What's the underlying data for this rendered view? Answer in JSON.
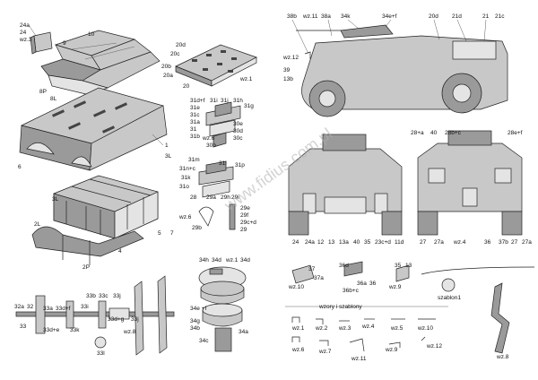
{
  "labels": {
    "p24a": "24a",
    "p24": "24",
    "wz3": "wz.3",
    "p10": "10",
    "p9": "9",
    "p8P": "8P",
    "p8L": "8L",
    "p1": "1",
    "p3L": "3L",
    "p6": "6",
    "p20d": "20d",
    "p20c": "20c",
    "p20b": "20b",
    "p20a": "20a",
    "p20": "20",
    "wz1": "wz.1",
    "p31d_f": "31d+f",
    "p31i": "31i",
    "p31j": "31j",
    "p31h": "31h",
    "p31g": "31g",
    "p31e": "31e",
    "p31c": "31c",
    "p31a": "31a",
    "p31": "31",
    "p31b": "31b",
    "p30e": "30e",
    "p30d": "30d",
    "p30c": "30c",
    "wz6": "wz.6",
    "p30b": "30b",
    "p31m": "31m",
    "p31n_c": "31n+c",
    "p31k": "31k",
    "p31l": "31l",
    "p31o": "31o",
    "p31p": "31p",
    "p28": "28",
    "p29a": "29a",
    "p29h": "29h",
    "p29i": "29i",
    "wz6b": "wz.6",
    "p29b": "29b",
    "p29e": "29e",
    "p29f": "29f",
    "p29c_d": "29c+d",
    "p29": "29",
    "p3Lb": "3L",
    "p2L": "2L",
    "p4": "4",
    "p5": "5",
    "p7": "7",
    "p2P": "2P",
    "p32a": "32a",
    "p32": "32",
    "p33a": "33a",
    "p33d_f": "33d+f",
    "p33i": "33i",
    "p33": "33",
    "p33e_e": "33d+e",
    "p33k": "33k",
    "p33l": "33l",
    "p33b": "33b",
    "p33c": "33c",
    "p33j": "33j",
    "p33d_g": "33d+g",
    "p33jb": "33j",
    "wz8": "wz.8",
    "p34h": "34h",
    "p34d": "34d",
    "wz1b": "wz.1",
    "p34db": "34d",
    "p34e_f": "34e\n+f",
    "p34g": "34g",
    "p34b": "34b",
    "p34c": "34c",
    "p34a": "34a",
    "p38b": "38b",
    "wz11": "wz.11",
    "p38a": "38a",
    "p34k": "34k",
    "p34e_fb": "34e+f",
    "p20db": "20d",
    "p21d": "21d",
    "p21": "21",
    "p21c": "21c",
    "wz12": "wz.12",
    "p39": "39",
    "p13b": "13b",
    "p24b": "24",
    "p24ab": "24a",
    "p12": "12",
    "p13": "13",
    "p13a": "13a",
    "p40": "40",
    "p35": "35",
    "p23c_d": "23c+d",
    "p11d": "11d",
    "p28_a": "28+a",
    "p40b": "40",
    "p28b_c": "28b+c",
    "p28e_f": "28e+f",
    "p27": "27",
    "p27a": "27a",
    "wz4": "wz.4",
    "p36": "36",
    "p37b": "37b",
    "p27b": "27",
    "p27ab": "27a",
    "p37": "37",
    "p37a": "37a",
    "wz10": "wz.10",
    "p36d": "36d",
    "p36a": "36a",
    "p36b": "36",
    "p36b_c": "36b+c",
    "p35b": "35",
    "p13b2": "13",
    "wz9": "wz.9",
    "szablon1": "szablon1",
    "legend_title": "wzory i szablony",
    "w1": "wz.1",
    "w2": "wz.2",
    "w3": "wz.3",
    "w4": "wz.4",
    "w5": "wz.5",
    "w10": "wz.10",
    "w6": "wz.6",
    "w7": "wz.7",
    "w11": "wz.11",
    "w9": "wz.9",
    "w12": "wz.12",
    "w8": "wz.8"
  },
  "watermark": "www.fidius.com.pl"
}
